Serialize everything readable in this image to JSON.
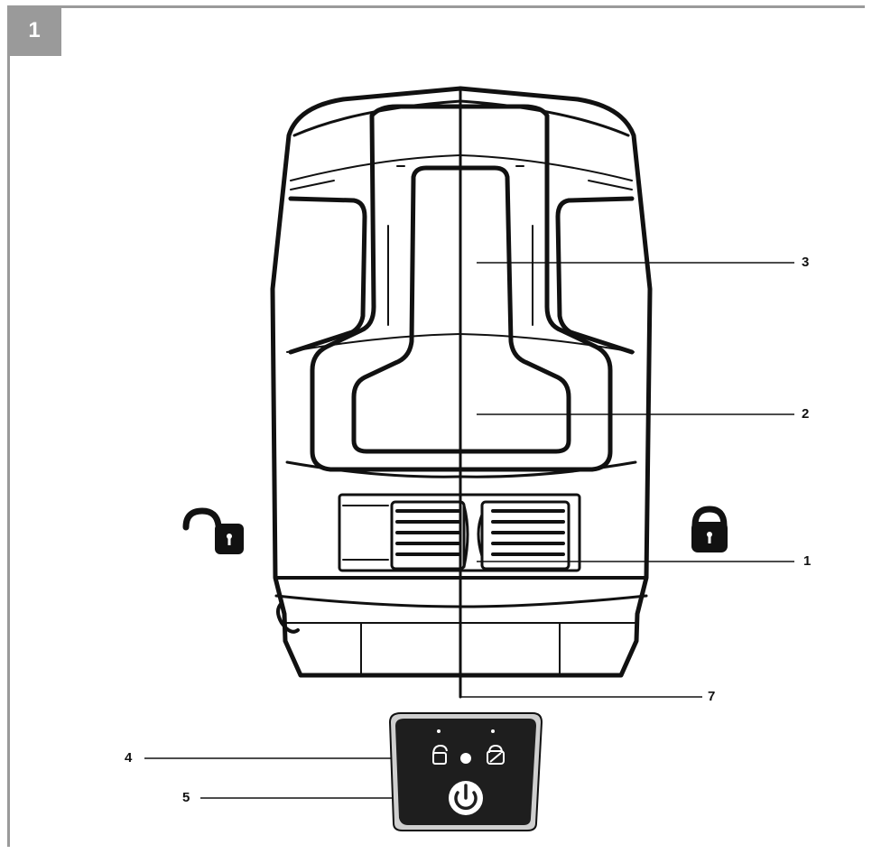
{
  "figure": {
    "number": "1"
  },
  "callouts": {
    "c1": "1",
    "c2": "2",
    "c3": "3",
    "c4": "4",
    "c5": "5",
    "c7": "7"
  },
  "icons": {
    "unlocked": "unlocked-padlock-icon",
    "locked": "locked-padlock-icon",
    "power": "power-icon"
  }
}
